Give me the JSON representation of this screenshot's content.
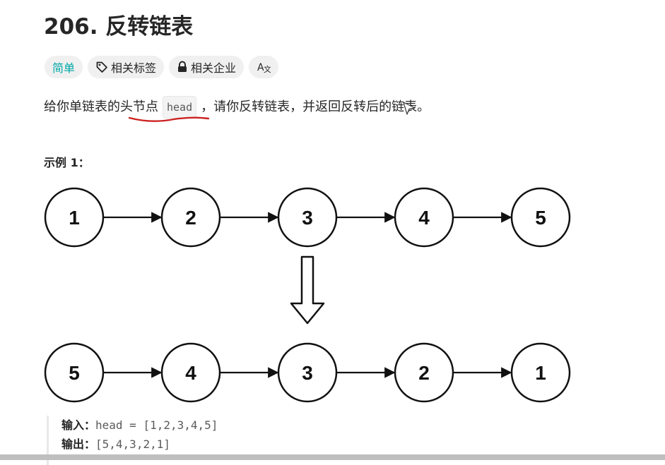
{
  "problem": {
    "title": "206. 反转链表",
    "difficulty": "简单",
    "tags_label": "相关标签",
    "companies_label": "相关企业",
    "translate_icon": "translate-icon",
    "description_before": "给你单链表的头节点",
    "description_code": "head",
    "description_after": "，请你反转链表，并返回反转后的链表。"
  },
  "example": {
    "title": "示例 1：",
    "list_before": [
      "1",
      "2",
      "3",
      "4",
      "5"
    ],
    "list_after": [
      "5",
      "4",
      "3",
      "2",
      "1"
    ],
    "input_label": "输入：",
    "input_value": "head = [1,2,3,4,5]",
    "output_label": "输出：",
    "output_value": "[5,4,3,2,1]"
  },
  "colors": {
    "difficulty": "#00a8a8",
    "annotation": "#cc2222",
    "node_stroke": "#111111"
  }
}
